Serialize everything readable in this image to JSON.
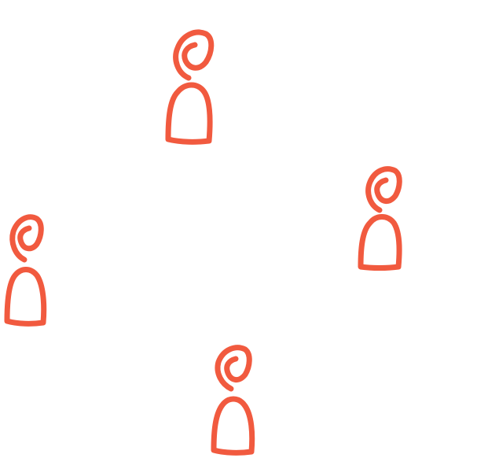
{
  "canvas": {
    "background_color": "#ffffff"
  },
  "figures": [
    {
      "name": "person-icon-top",
      "icon": "person-icon",
      "color": "#f15a3f"
    },
    {
      "name": "person-icon-right",
      "icon": "person-icon",
      "color": "#f15a3f"
    },
    {
      "name": "person-icon-left",
      "icon": "person-icon",
      "color": "#f15a3f"
    },
    {
      "name": "person-icon-bottom",
      "icon": "person-icon",
      "color": "#f15a3f"
    }
  ]
}
